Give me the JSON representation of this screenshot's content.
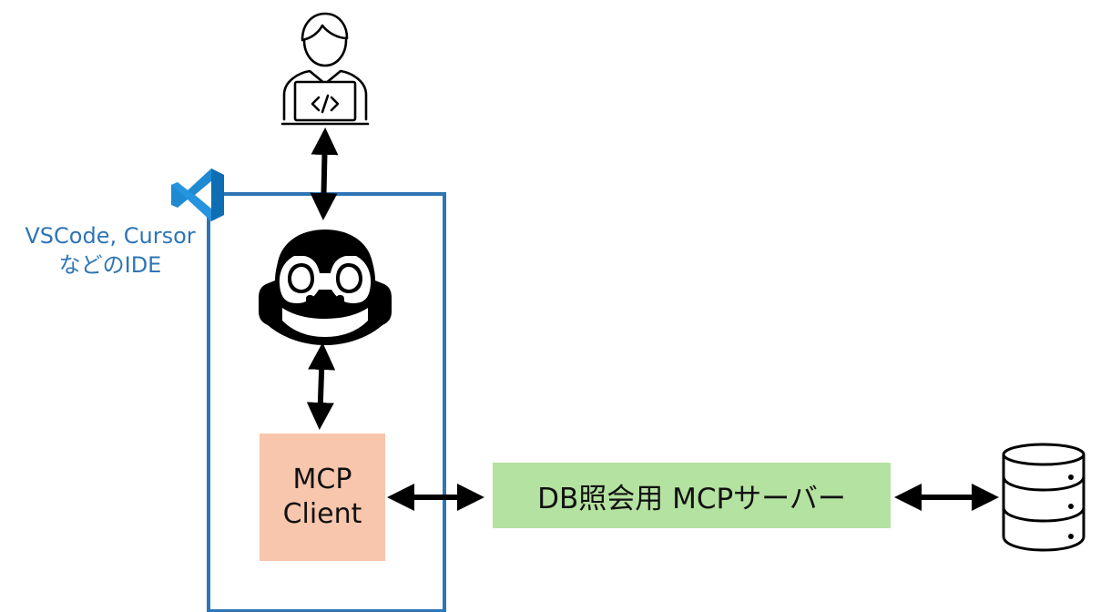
{
  "ide": {
    "label_line1": "VSCode, Cursor",
    "label_line2": "などのIDE",
    "frame_color": "#2e75b6",
    "logo_icon": "vscode-logo-icon"
  },
  "developer": {
    "icon": "developer-laptop-icon",
    "screen_glyph": "</>"
  },
  "copilot": {
    "icon": "copilot-icon"
  },
  "mcp_client": {
    "line1": "MCP",
    "line2": "Client",
    "fill": "#f7c6ad"
  },
  "mcp_server": {
    "label": "DB照会用 MCPサーバー",
    "fill": "#b4e2a0"
  },
  "database": {
    "icon": "database-icon"
  },
  "arrow_color": "#000000"
}
